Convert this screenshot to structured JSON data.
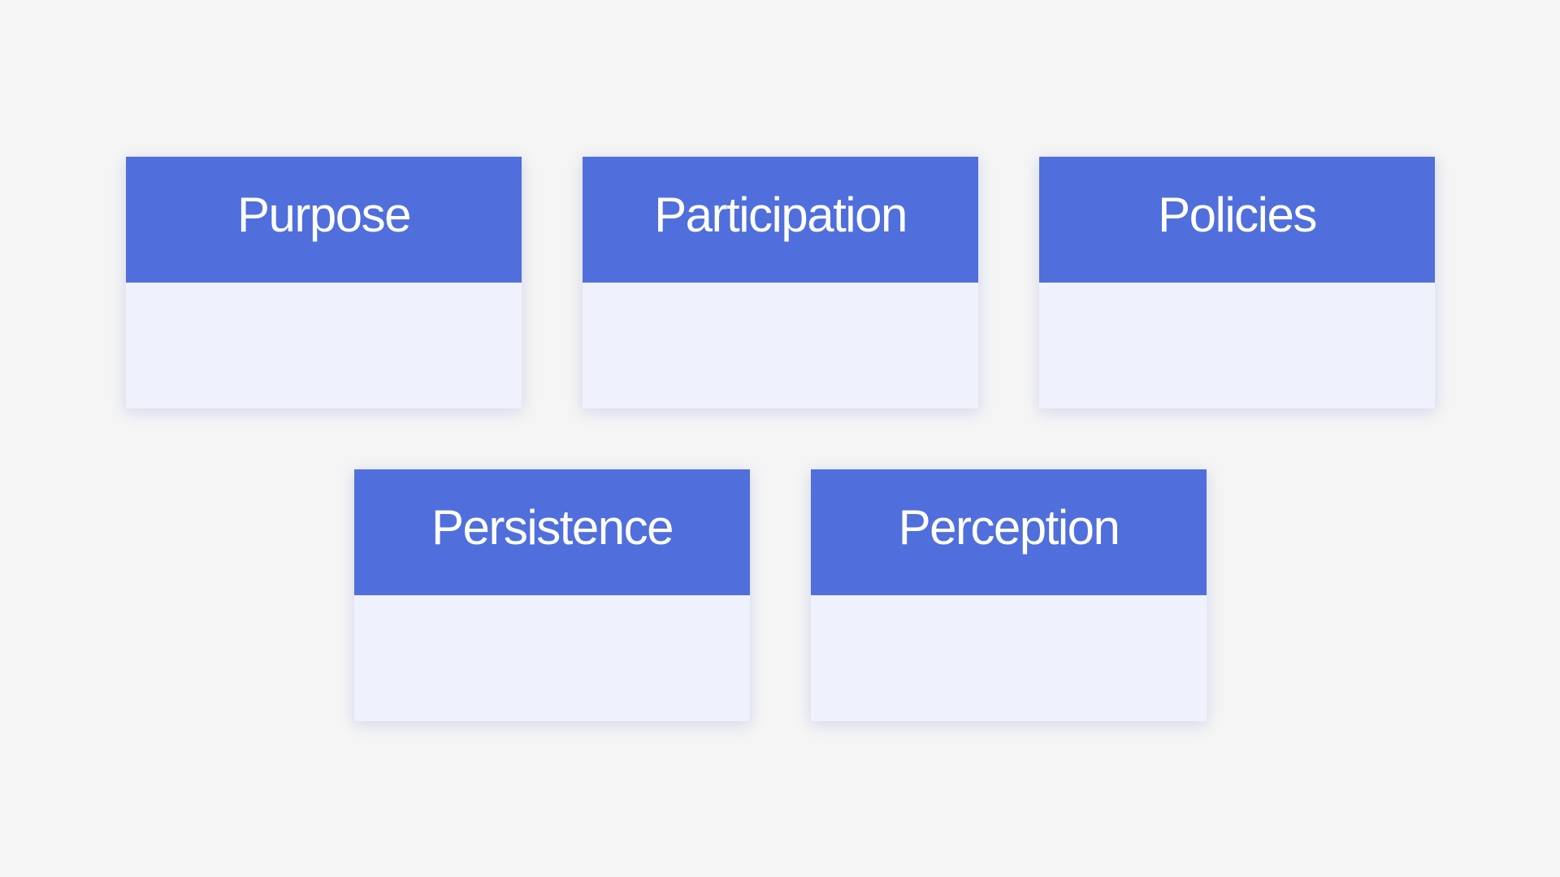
{
  "colors": {
    "background": "#f5f5f5",
    "header": "#506fdc",
    "body": "#eff2fd",
    "title_text": "#ffffff"
  },
  "cards": [
    {
      "title": "Purpose",
      "body": ""
    },
    {
      "title": "Participation",
      "body": ""
    },
    {
      "title": "Policies",
      "body": ""
    },
    {
      "title": "Persistence",
      "body": ""
    },
    {
      "title": "Perception",
      "body": ""
    }
  ]
}
